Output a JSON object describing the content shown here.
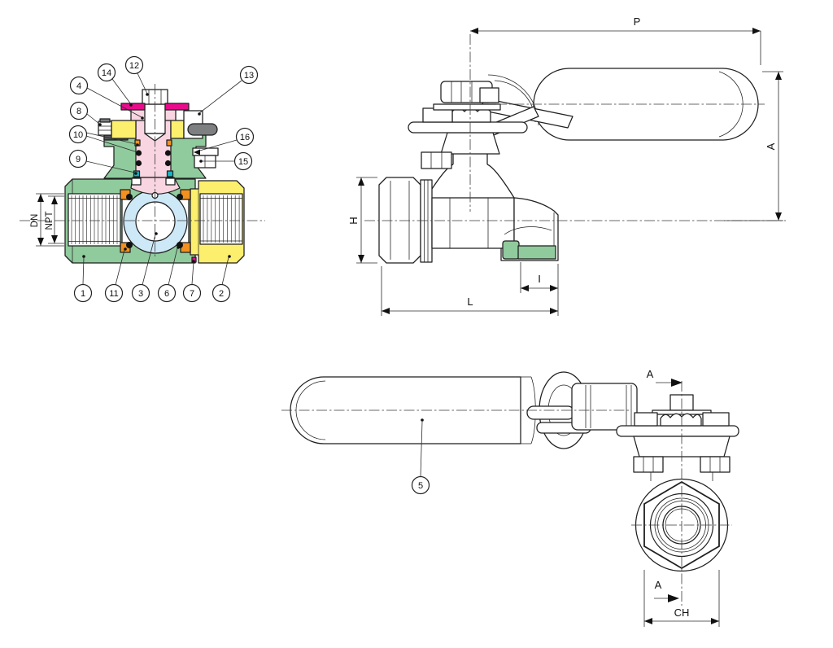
{
  "callouts": {
    "1": "1",
    "2": "2",
    "3": "3",
    "4": "4",
    "5": "5",
    "6": "6",
    "7": "7",
    "8": "8",
    "9": "9",
    "10": "10",
    "11": "11",
    "12": "12",
    "13": "13",
    "14": "14",
    "15": "15",
    "16": "16"
  },
  "dimensions": {
    "P": "P",
    "A": "A",
    "H": "H",
    "L": "L",
    "I": "I",
    "CH": "CH",
    "DN": "DN",
    "NPT": "NPT"
  },
  "section_marks": {
    "top_label": "A",
    "bottom_label": "A"
  },
  "colors": {
    "body_green": "#90cb9d",
    "cap_yellow": "#fcef6e",
    "stem_pink": "#f8d5e1",
    "seal_magenta": "#e90b8b",
    "ball_blue": "#cde8f7",
    "oring_orange": "#f2911f",
    "washer_teal": "#18b6c4",
    "handle_gray": "#7d7f81",
    "washer_dark": "#555555"
  }
}
